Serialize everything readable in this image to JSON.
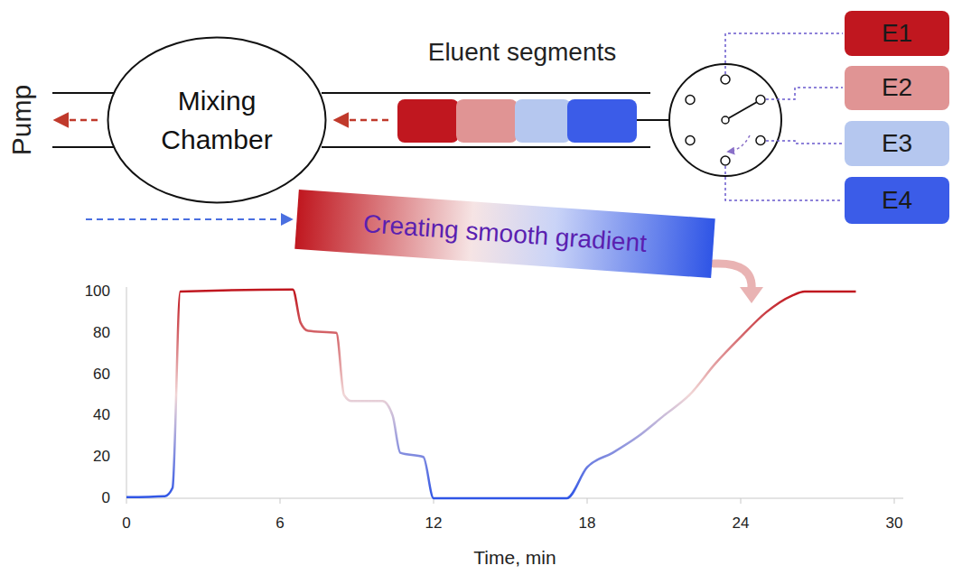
{
  "diagram": {
    "nodes": [
      {
        "text": [
          "Mixing Chamber"
        ]
      },
      {
        "text": [
          "E1"
        ]
      },
      {
        "text": [
          "E2"
        ]
      },
      {
        "text": [
          "E3"
        ]
      },
      {
        "text": [
          "E4"
        ]
      },
      {
        "text": [
          "Creating smooth gradient"
        ]
      }
    ],
    "labels": [
      "Pump",
      "Eluent segments",
      "0",
      "20",
      "40",
      "60",
      "80",
      "100",
      "0",
      "6",
      "12",
      "18",
      "24",
      "30",
      "Time, min"
    ]
  }
}
